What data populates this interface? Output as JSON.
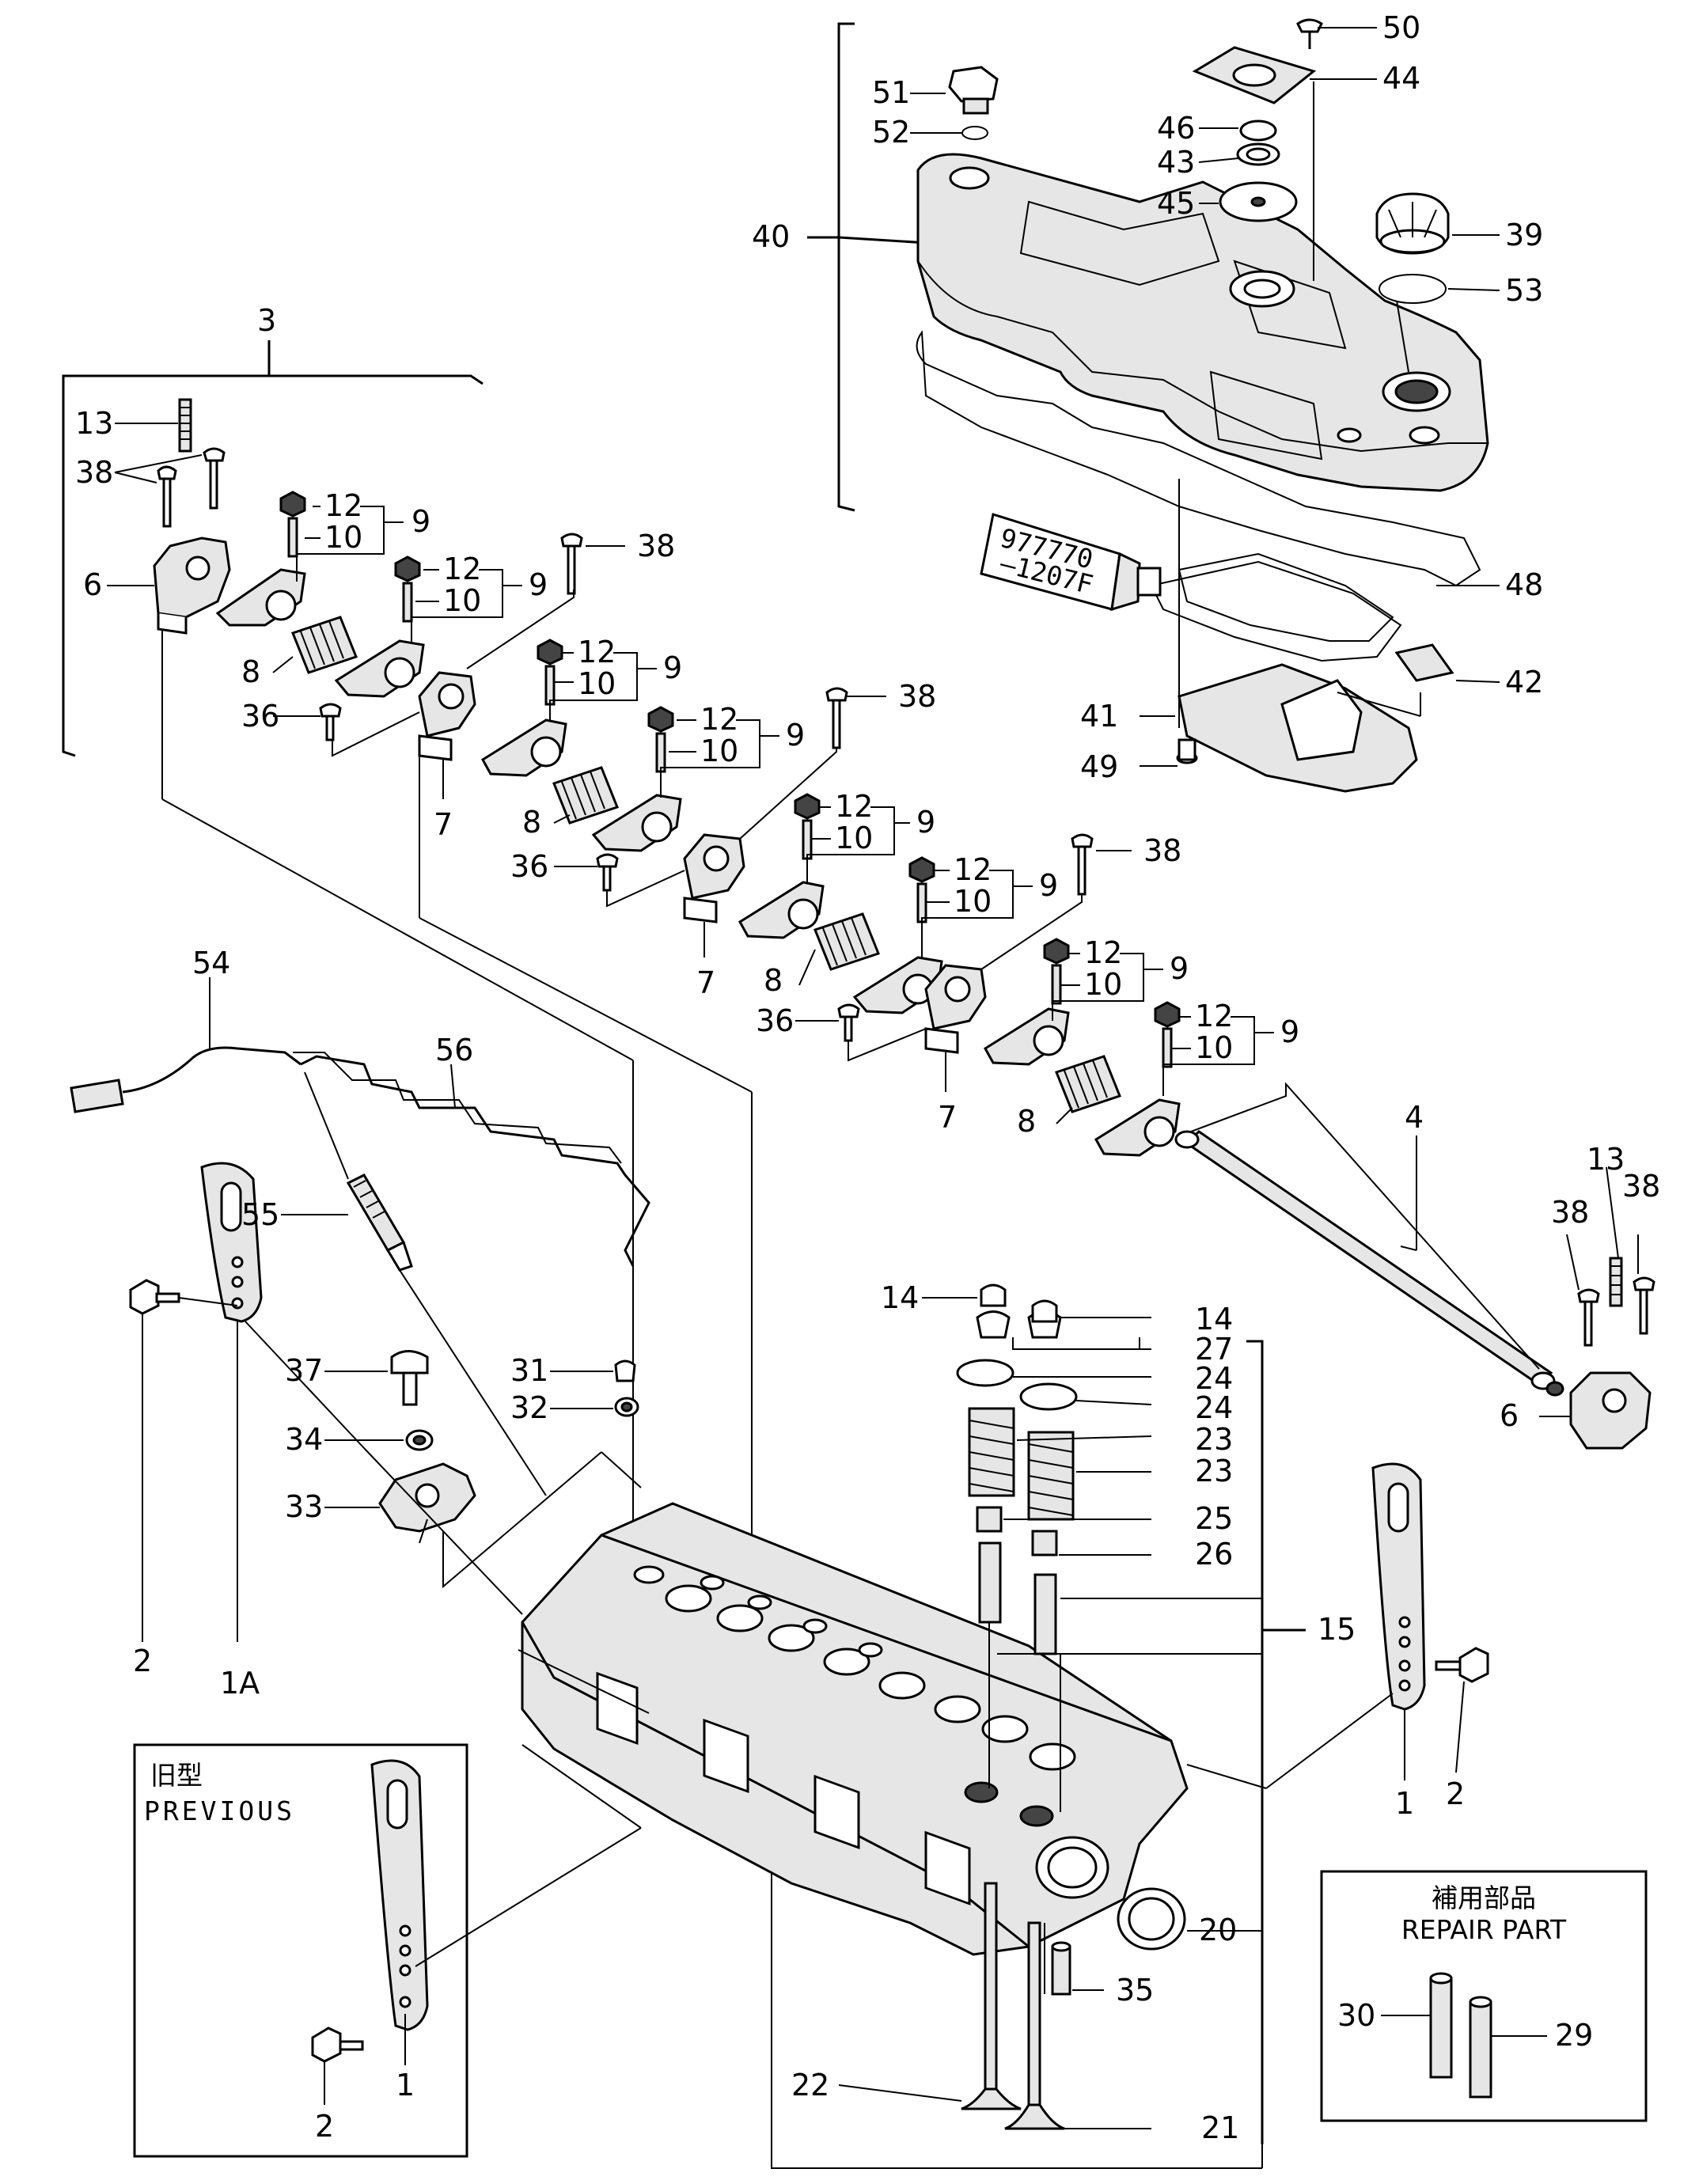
{
  "callouts": {
    "c50": "50",
    "c44": "44",
    "c51": "51",
    "c52": "52",
    "c46": "46",
    "c43": "43",
    "c45": "45",
    "c39": "39",
    "c53": "53",
    "c40": "40",
    "c48": "48",
    "c42": "42",
    "c41": "41",
    "c49": "49",
    "c3": "3",
    "c13a": "13",
    "c38a": "38",
    "c6a": "6",
    "c12a": "12",
    "c10a": "10",
    "c9a": "9",
    "c12b": "12",
    "c10b": "10",
    "c9b": "9",
    "c38b": "38",
    "c8a": "8",
    "c36a": "36",
    "c7a": "7",
    "c12c": "12",
    "c10c": "10",
    "c9c": "9",
    "c12d": "12",
    "c10d": "10",
    "c9d": "9",
    "c38c": "38",
    "c8b": "8",
    "c36b": "36",
    "c7b": "7",
    "c12e": "12",
    "c10e": "10",
    "c9e": "9",
    "c12f": "12",
    "c10f": "10",
    "c9f": "9",
    "c38d": "38",
    "c8c": "8",
    "c36c": "36",
    "c7c": "7",
    "c12g": "12",
    "c10g": "10",
    "c9g": "9",
    "c12h": "12",
    "c10h": "10",
    "c9h": "9",
    "c8d": "8",
    "c4": "4",
    "c13b": "13",
    "c38e": "38",
    "c38f": "38",
    "c6b": "6",
    "c54": "54",
    "c56": "56",
    "c55": "55",
    "c14a": "14",
    "c14b": "14",
    "c27": "27",
    "c24a": "24",
    "c24b": "24",
    "c23a": "23",
    "c23b": "23",
    "c25": "25",
    "c26": "26",
    "c15": "15",
    "c37": "37",
    "c31": "31",
    "c32": "32",
    "c34": "34",
    "c33": "33",
    "c2a": "2",
    "c1A": "1A",
    "c2b": "2",
    "c1b": "1",
    "c2c": "2",
    "c1c": "1",
    "c20": "20",
    "c35": "35",
    "c22": "22",
    "c21": "21",
    "c30": "30",
    "c29": "29"
  },
  "previous_box": {
    "title_jp": "旧型",
    "title_en": "PREVIOUS"
  },
  "repair_box": {
    "title_jp": "補用部品",
    "title_en": "REPAIR PART"
  },
  "sealant_tube": {
    "line1": "977770",
    "line2": "–1207F"
  }
}
